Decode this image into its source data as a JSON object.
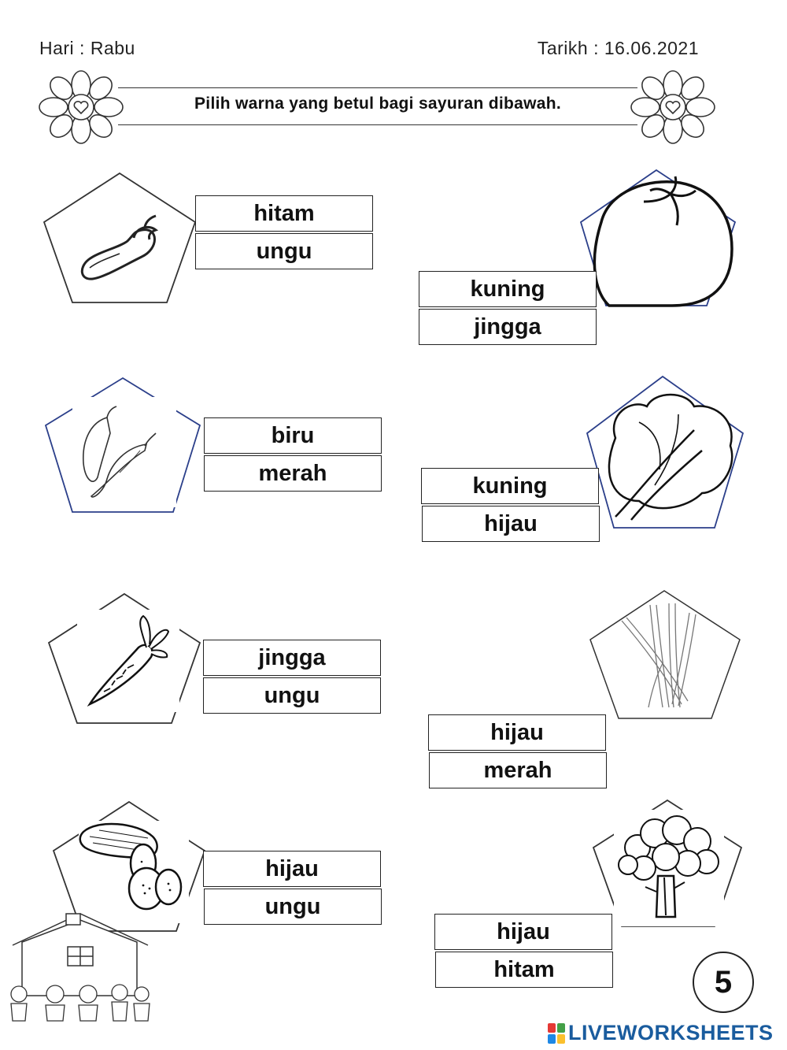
{
  "header": {
    "day_label": "Hari :  Rabu",
    "date_label": "Tarikh : 16.06.2021",
    "instruction": "Pilih warna yang betul bagi sayuran dibawah."
  },
  "items": [
    {
      "vegetable": "eggplant-icon",
      "options": [
        "hitam",
        "ungu"
      ]
    },
    {
      "vegetable": "tomato-icon",
      "options": [
        "kuning",
        "jingga"
      ]
    },
    {
      "vegetable": "chili-icon",
      "options": [
        "biru",
        "merah"
      ]
    },
    {
      "vegetable": "mustard-greens-icon",
      "options": [
        "kuning",
        "hijau"
      ]
    },
    {
      "vegetable": "carrot-icon",
      "options": [
        "jingga",
        "ungu"
      ]
    },
    {
      "vegetable": "long-beans-icon",
      "options": [
        "hijau",
        "merah"
      ]
    },
    {
      "vegetable": "cucumber-icon",
      "options": [
        "hijau",
        "ungu"
      ]
    },
    {
      "vegetable": "broccoli-icon",
      "options": [
        "hijau",
        "hitam"
      ]
    }
  ],
  "page_number": "5",
  "watermark": "LIVEWORKSHEETS",
  "colors": {
    "pentagon_blue": "#2b3f8a",
    "watermark": "#1a5c9e"
  }
}
